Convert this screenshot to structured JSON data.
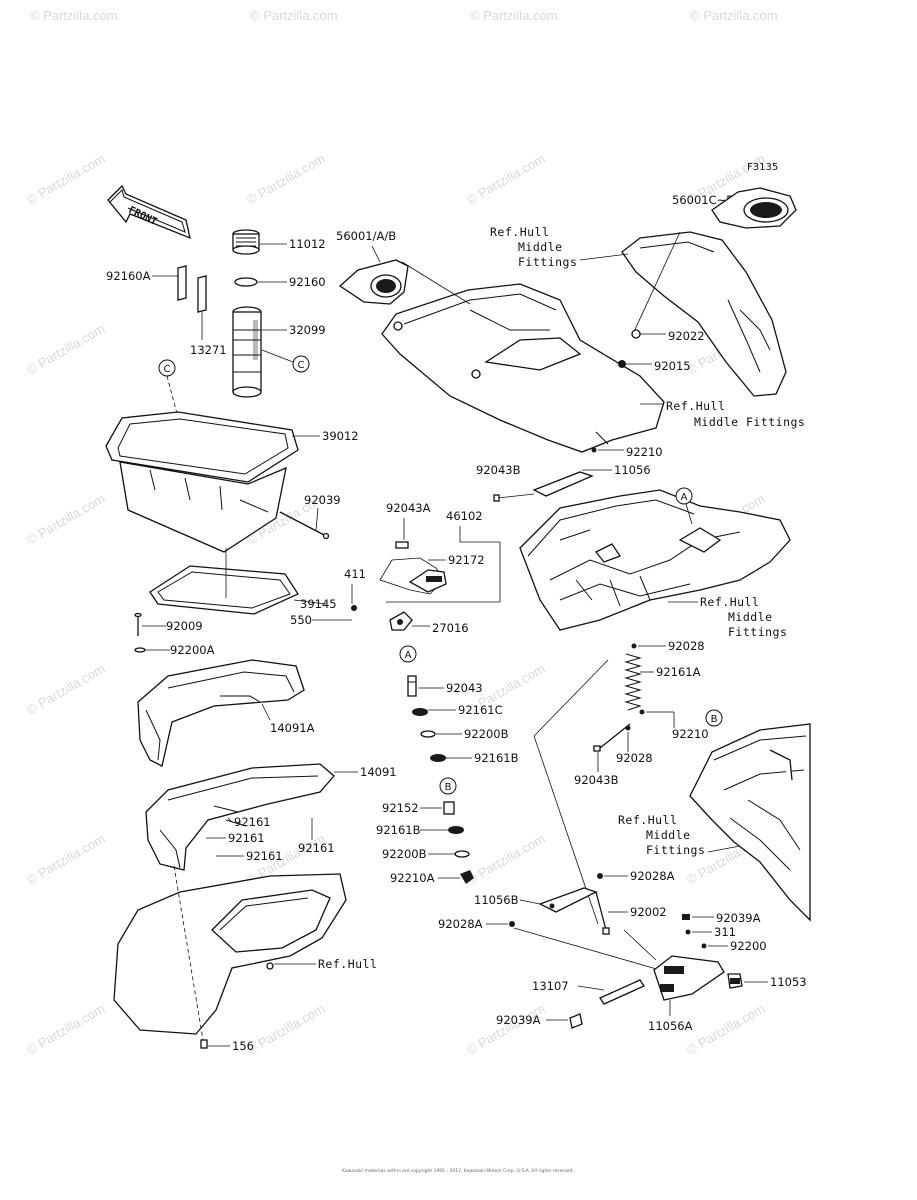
{
  "figure_code": "F3135",
  "watermark": "© Partzilla.com",
  "copyright": "Kawasaki materials within are copyright 1995 - 2017, Kawasaki Motors Corp. U.S.A. All rights reserved.",
  "front_label": "FRONT",
  "circle_refs": {
    "a": "A",
    "b": "B",
    "c": "C"
  },
  "labels": {
    "p11012": "11012",
    "p92160a": "92160A",
    "p92160": "92160",
    "p13271": "13271",
    "p32099": "32099",
    "p39012": "39012",
    "p92039": "92039",
    "p39145": "39145",
    "p92009": "92009",
    "p92200a": "92200A",
    "p14091a": "14091A",
    "p14091": "14091",
    "p92161_1": "92161",
    "p92161_2": "92161",
    "p92161_3": "92161",
    "p92161_4": "92161",
    "p156": "156",
    "p56001ab": "56001/A/B",
    "p56001ce": "56001C~E",
    "p92022": "92022",
    "p92015": "92015",
    "p92210": "92210",
    "p92043b_1": "92043B",
    "p11056": "11056",
    "p92043a": "92043A",
    "p46102": "46102",
    "p92172": "92172",
    "p411": "411",
    "p550": "550",
    "p27016": "27016",
    "p92043": "92043",
    "p92161c": "92161C",
    "p92200b_1": "92200B",
    "p92161b_1": "92161B",
    "p92152": "92152",
    "p92161b_2": "92161B",
    "p92200b_2": "92200B",
    "p92210a": "92210A",
    "p92028_1": "92028",
    "p92161a": "92161A",
    "p92210_2": "92210",
    "p92028_2": "92028",
    "p92043b_2": "92043B",
    "p92028a_1": "92028A",
    "p11056b": "11056B",
    "p92028a_2": "92028A",
    "p92002": "92002",
    "p92039a_1": "92039A",
    "p311": "311",
    "p92200": "92200",
    "p11053": "11053",
    "p13107": "13107",
    "p92039a_2": "92039A",
    "p11056a": "11056A"
  },
  "ref_labels": {
    "hull_middle_1": [
      "Ref.Hull",
      "Middle",
      "Fittings"
    ],
    "hull_middle_2": [
      "Ref.Hull",
      "Middle Fittings"
    ],
    "hull_middle_3": [
      "Ref.Hull",
      "Middle",
      "Fittings"
    ],
    "hull_middle_4": [
      "Ref.Hull",
      "Middle",
      "Fittings"
    ],
    "hull": [
      "Ref.Hull"
    ]
  }
}
